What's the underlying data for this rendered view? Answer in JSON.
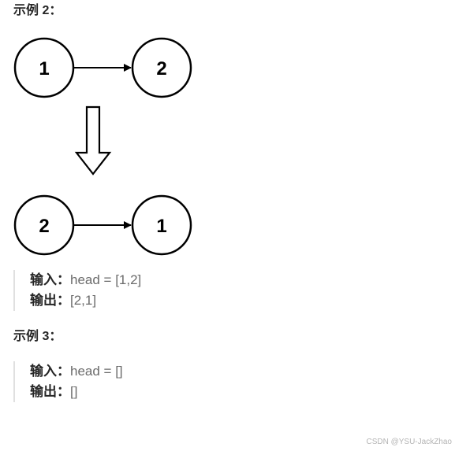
{
  "example2": {
    "heading": "示例 2：",
    "before": {
      "left": "1",
      "right": "2"
    },
    "after": {
      "left": "2",
      "right": "1"
    },
    "input_label": "输入：",
    "input_value": "head = [1,2]",
    "output_label": "输出：",
    "output_value": "[2,1]"
  },
  "example3": {
    "heading": "示例 3：",
    "input_label": "输入：",
    "input_value": "head = []",
    "output_label": "输出：",
    "output_value": "[]"
  },
  "watermark": "CSDN @YSU-JackZhao",
  "colors": {
    "node_stroke": "#000000",
    "node_fill": "#ffffff",
    "quote_border": "#e0e0e0",
    "value_text": "#6b6b6b"
  }
}
